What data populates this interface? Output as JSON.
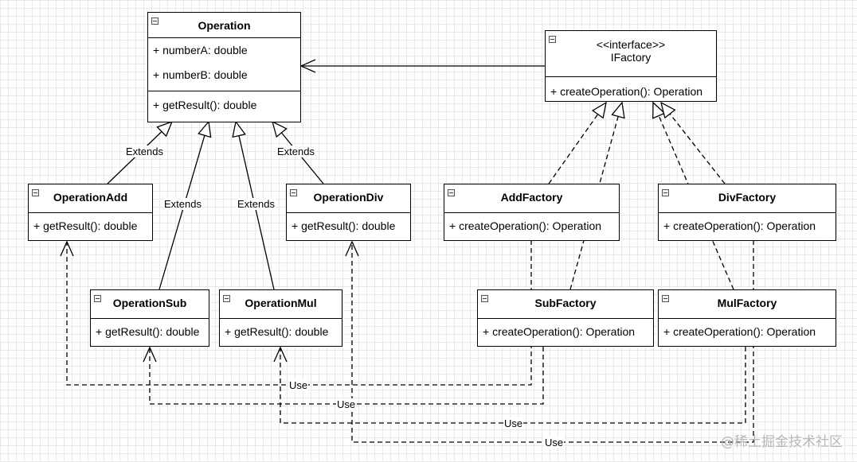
{
  "classes": {
    "operation": {
      "name": "Operation",
      "attributes": [
        "+ numberA: double",
        "+ numberB: double"
      ],
      "operation": "+ getResult(): double"
    },
    "ifactory": {
      "stereotype": "<<interface>>",
      "name": "IFactory",
      "operation": "+ createOperation(): Operation"
    },
    "operation_add": {
      "name": "OperationAdd",
      "operation": "+ getResult(): double"
    },
    "operation_div": {
      "name": "OperationDiv",
      "operation": "+ getResult(): double"
    },
    "operation_sub": {
      "name": "OperationSub",
      "operation": "+ getResult(): double"
    },
    "operation_mul": {
      "name": "OperationMul",
      "operation": "+ getResult(): double"
    },
    "add_factory": {
      "name": "AddFactory",
      "operation": "+ createOperation(): Operation"
    },
    "div_factory": {
      "name": "DivFactory",
      "operation": "+ createOperation(): Operation"
    },
    "sub_factory": {
      "name": "SubFactory",
      "operation": "+ createOperation(): Operation"
    },
    "mul_factory": {
      "name": "MulFactory",
      "operation": "+ createOperation(): Operation"
    }
  },
  "edge_labels": {
    "extends": "Extends",
    "use": "Use"
  },
  "watermark": "@稀土掘金技术社区",
  "colors": {
    "line": "#000000",
    "grid": "#e9e9e9",
    "watermark": "#b8b8b8"
  }
}
